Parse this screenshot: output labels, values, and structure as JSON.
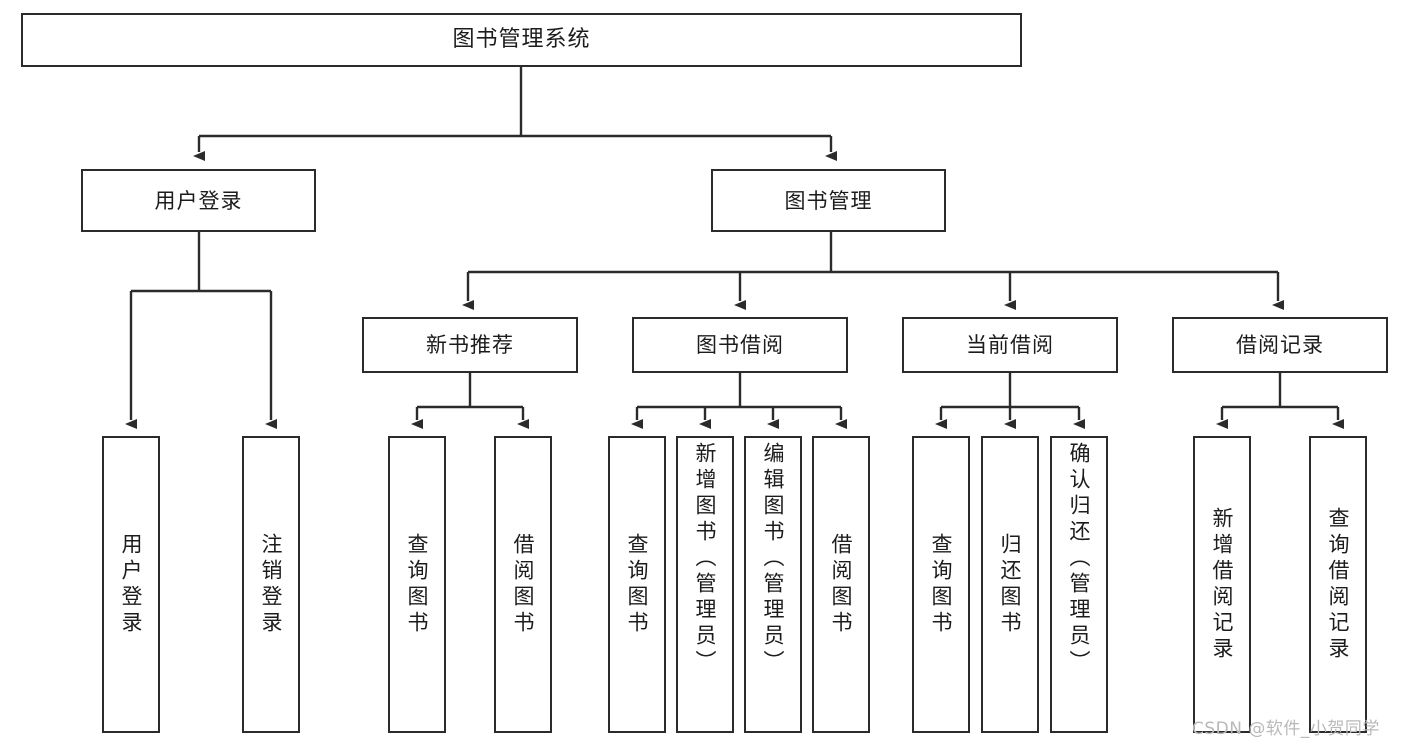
{
  "diagram": {
    "title": "图书管理系统",
    "watermark": "CSDN @软件_小贺同学",
    "colors": {
      "background": "#ffffff",
      "stroke": "#2b2b2b",
      "text": "#1c1c1c",
      "watermark": "#b9b9b9"
    }
  },
  "nodes": {
    "root": {
      "label": "图书管理系统"
    },
    "level2": [
      {
        "label": "用户登录"
      },
      {
        "label": "图书管理"
      }
    ],
    "level3": [
      {
        "label": "新书推荐"
      },
      {
        "label": "图书借阅"
      },
      {
        "label": "当前借阅"
      },
      {
        "label": "借阅记录"
      }
    ],
    "leaves": {
      "user_login": [
        {
          "label": "用户登录"
        },
        {
          "label": "注销登录"
        }
      ],
      "new_book": [
        {
          "label": "查询图书"
        },
        {
          "label": "借阅图书"
        }
      ],
      "book_borrow": [
        {
          "label": "查询图书"
        },
        {
          "label": "新增图书（管理员）"
        },
        {
          "label": "编辑图书（管理员）"
        },
        {
          "label": "借阅图书"
        }
      ],
      "current_borrow": [
        {
          "label": "查询图书"
        },
        {
          "label": "归还图书"
        },
        {
          "label": "确认归还（管理员）"
        }
      ],
      "borrow_record": [
        {
          "label": "新增借阅记录"
        },
        {
          "label": "查询借阅记录"
        }
      ]
    }
  }
}
